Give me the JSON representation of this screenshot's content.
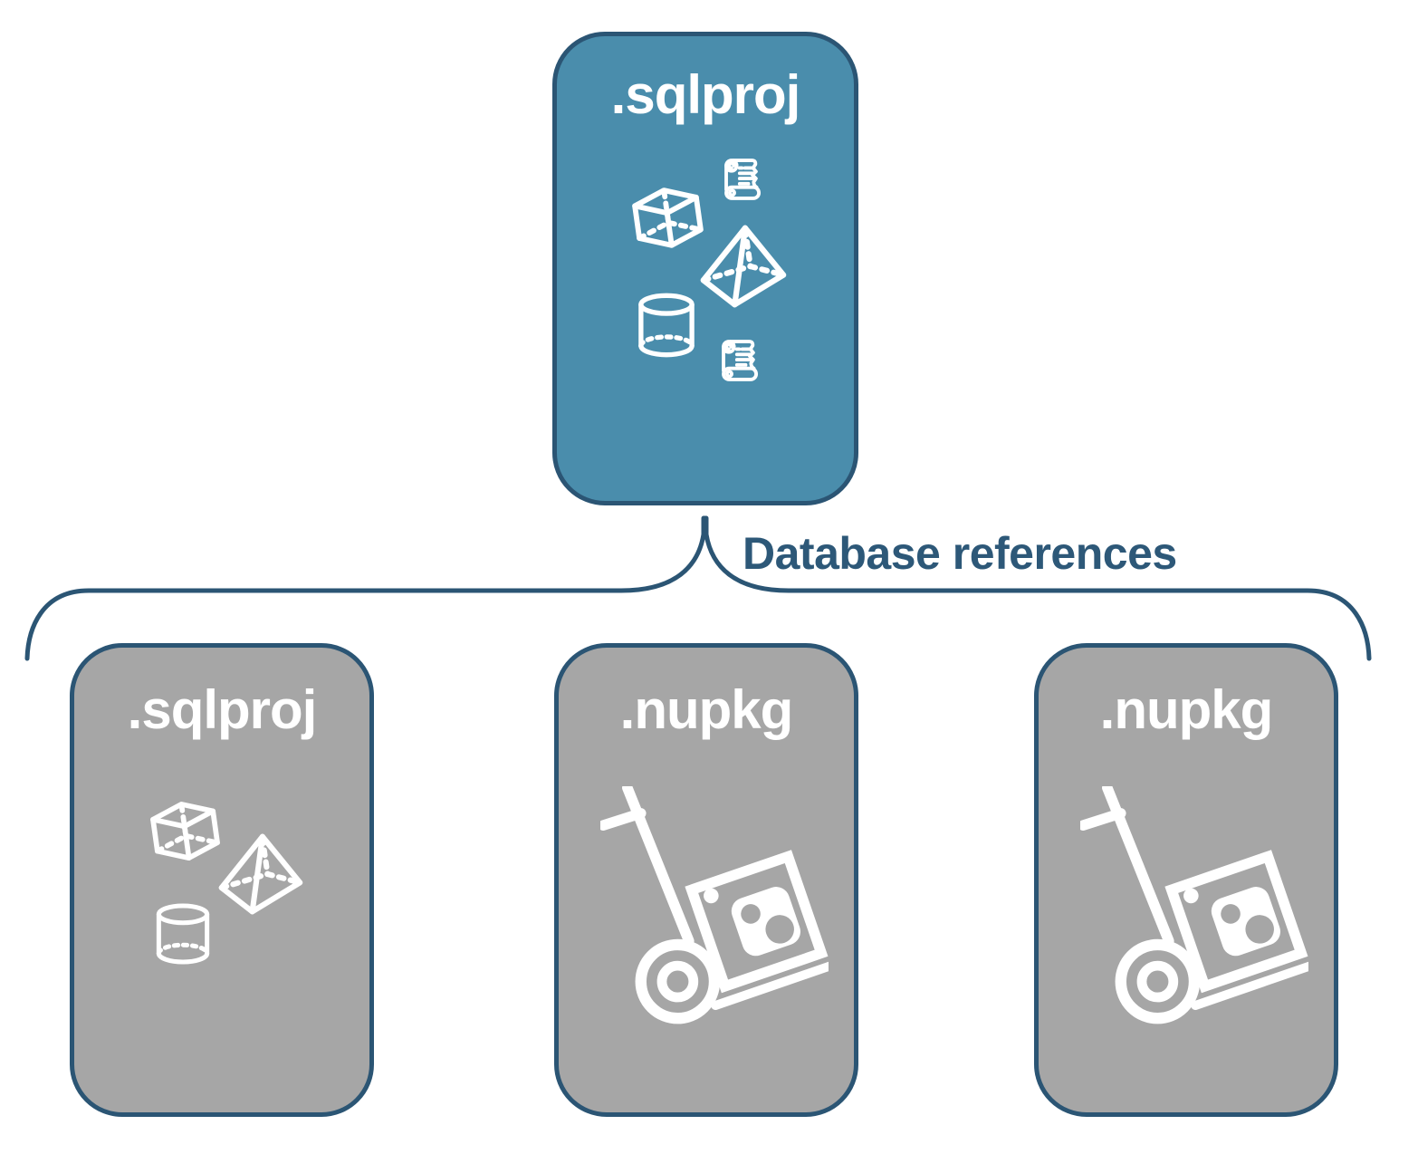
{
  "diagram": {
    "root": {
      "label": ".sqlproj",
      "icons": [
        "cube-icon",
        "scroll-icon",
        "pyramid-icon",
        "cylinder-icon",
        "scroll-icon"
      ],
      "fill": "#4a8dac"
    },
    "connector": {
      "label": "Database references",
      "style": "curly-brace",
      "color": "#2b5574"
    },
    "children": [
      {
        "label": ".sqlproj",
        "icons": [
          "cube-icon",
          "pyramid-icon",
          "cylinder-icon"
        ],
        "fill": "#a6a6a6"
      },
      {
        "label": ".nupkg",
        "icons": [
          "nuget-dolly-icon"
        ],
        "fill": "#a6a6a6"
      },
      {
        "label": ".nupkg",
        "icons": [
          "nuget-dolly-icon"
        ],
        "fill": "#a6a6a6"
      }
    ],
    "colors": {
      "root_fill": "#4a8dac",
      "child_fill": "#a6a6a6",
      "border": "#2b5574",
      "node_text": "#ffffff",
      "connector_text": "#2d5878",
      "icon_stroke": "#ffffff",
      "background": "#ffffff"
    }
  }
}
